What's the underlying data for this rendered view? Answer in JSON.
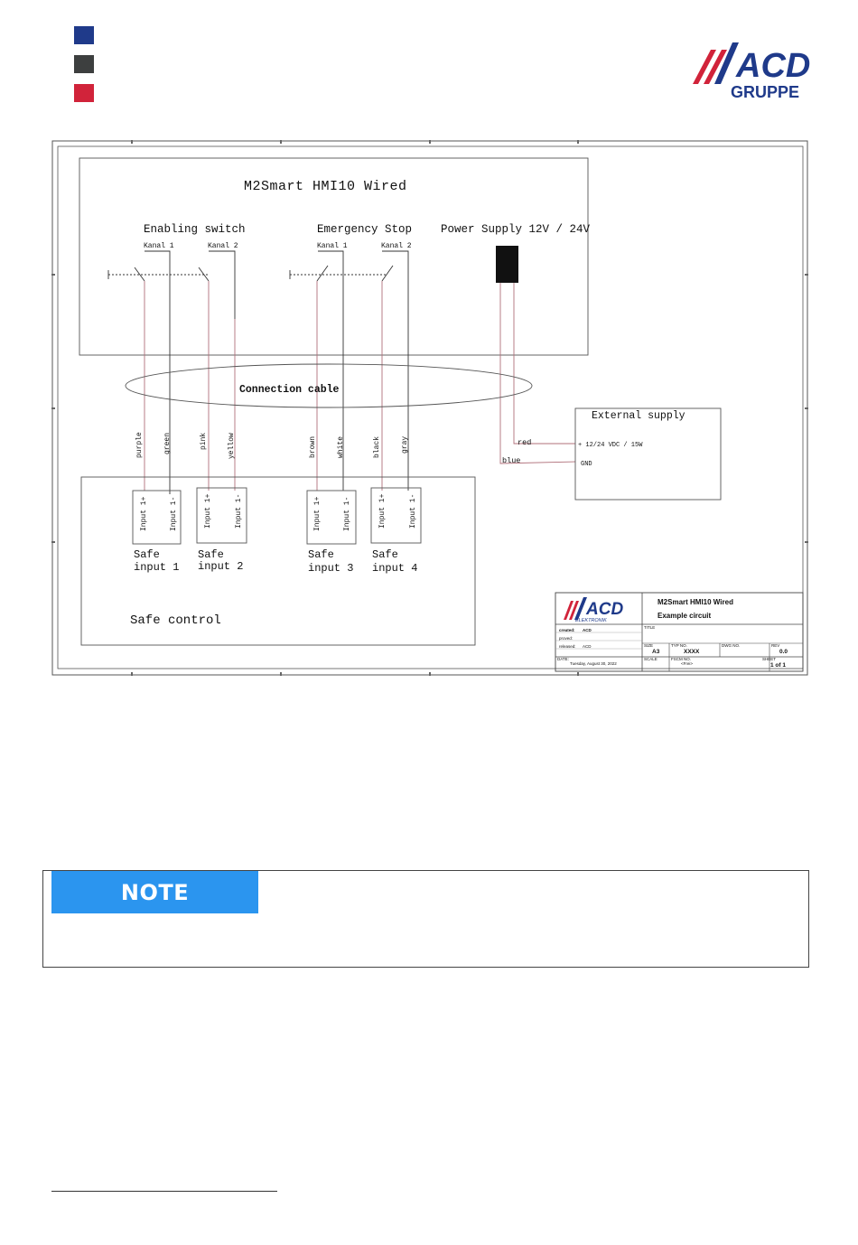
{
  "brand": {
    "colors": [
      "#1f3a8a",
      "#3d3f3f",
      "#d1233a"
    ],
    "logo_main": "ACD",
    "logo_sub": "GRUPPE"
  },
  "diagram": {
    "title": "M2Smart HMI10 Wired",
    "enabling_switch": "Enabling switch",
    "emergency_stop": "Emergency Stop",
    "power_supply": "Power Supply 12V / 24V",
    "kanal1": "Kanal 1",
    "kanal2": "Kanal 2",
    "connection_cable": "Connection cable",
    "wires": [
      "purple",
      "green",
      "pink",
      "yellow",
      "brown",
      "white",
      "black",
      "gray"
    ],
    "input_plus": "Input 1+",
    "input_minus": "Input 1-",
    "safe_inputs": [
      {
        "line1": "Safe",
        "line2": "input 1"
      },
      {
        "line1": "Safe",
        "line2": "input 2"
      },
      {
        "line1": "Safe",
        "line2": "input 3"
      },
      {
        "line1": "Safe",
        "line2": "input 4"
      }
    ],
    "safe_control": "Safe control",
    "external_supply": "External supply",
    "red": "red",
    "blue": "blue",
    "supply_plus": "+ 12/24 VDC / 15W",
    "gnd": "GND"
  },
  "title_block": {
    "logo": "ACD",
    "logo_sub": "ELEKTRONIK",
    "name": "M2Smart HMI10 Wired",
    "subtitle": "Example circuit",
    "title_label": "TITLE",
    "created_label": "created:",
    "created_value": "ACD",
    "proved_label": "proved:",
    "released_label": "released:",
    "released_value": "ACD",
    "date_label": "DATE:",
    "date_value": "Tuesday, August 30, 2022",
    "size_label": "SIZE",
    "size_value": "A3",
    "typ_label": "TYP NO.",
    "typ_value": "XXXX",
    "dwg_label": "DWG NO.",
    "rev_label": "REV",
    "rev_value": "0.0",
    "scale_label": "SCALE",
    "fscm_label": "FSCM NO.",
    "fscm_value": "<Frei>",
    "sheet_label": "SHEET",
    "sheet_value": "1  of  1"
  },
  "note": {
    "label": "NOTE"
  }
}
